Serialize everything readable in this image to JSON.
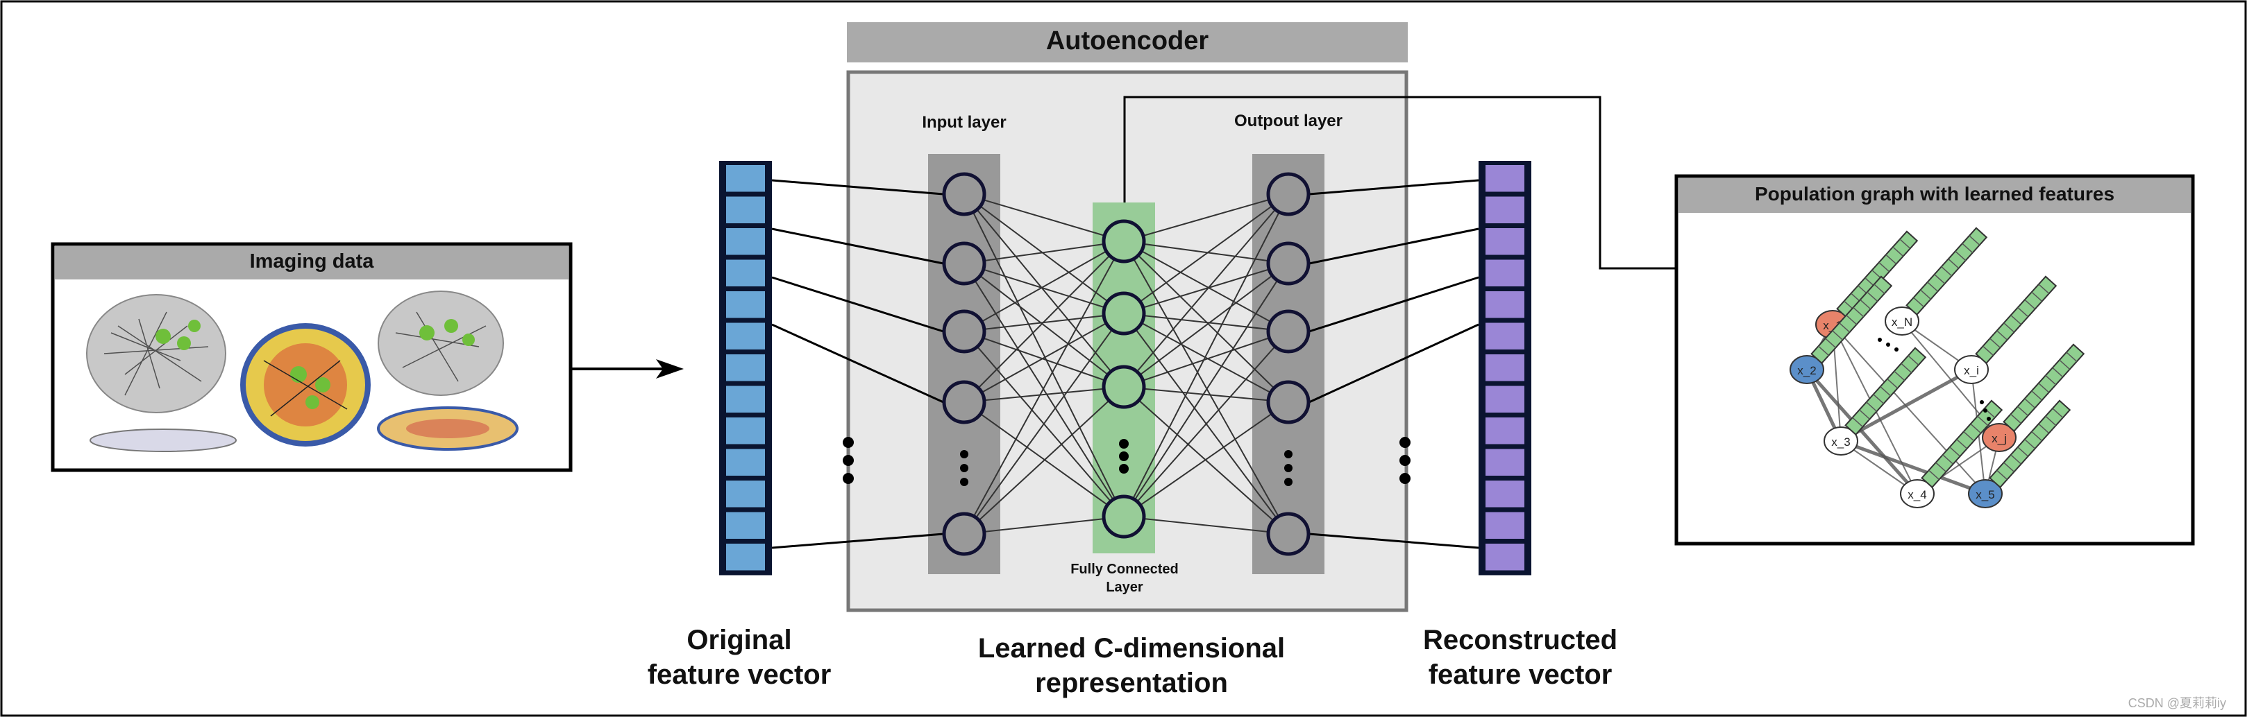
{
  "imaging_panel": {
    "title": "Imaging data"
  },
  "autoencoder": {
    "title": "Autoencoder",
    "input_layer_label": "Input layer",
    "output_layer_label": "Outpout layer",
    "fc_layer_label_line1": "Fully Connected",
    "fc_layer_label_line2": "Layer"
  },
  "captions": {
    "original_line1": "Original",
    "original_line2": "feature vector",
    "learned_line1": "Learned C-dimensional",
    "learned_line2": "representation",
    "reconstructed_line1": "Reconstructed",
    "reconstructed_line2": "feature vector"
  },
  "population_panel": {
    "title": "Population graph with learned features",
    "nodes": [
      {
        "label": "x_1",
        "color": "#e8836a"
      },
      {
        "label": "x_2",
        "color": "#5b8fc9"
      },
      {
        "label": "x_N",
        "color": "#ffffff"
      },
      {
        "label": "x_i",
        "color": "#ffffff"
      },
      {
        "label": "x_3",
        "color": "#ffffff"
      },
      {
        "label": "x_j",
        "color": "#e8836a"
      },
      {
        "label": "x_4",
        "color": "#ffffff"
      },
      {
        "label": "x_5",
        "color": "#5b8fc9"
      }
    ]
  },
  "colors": {
    "input_vector": "#6aa6d6",
    "output_vector": "#9a86d6",
    "fc_layer": "#98cc98",
    "feature_bar": "#8fcf8f",
    "layer_column": "#999999",
    "autoencoder_bg": "#e8e8e8",
    "header_bg": "#aaaaaa"
  },
  "watermark": "CSDN @夏莉莉iy"
}
